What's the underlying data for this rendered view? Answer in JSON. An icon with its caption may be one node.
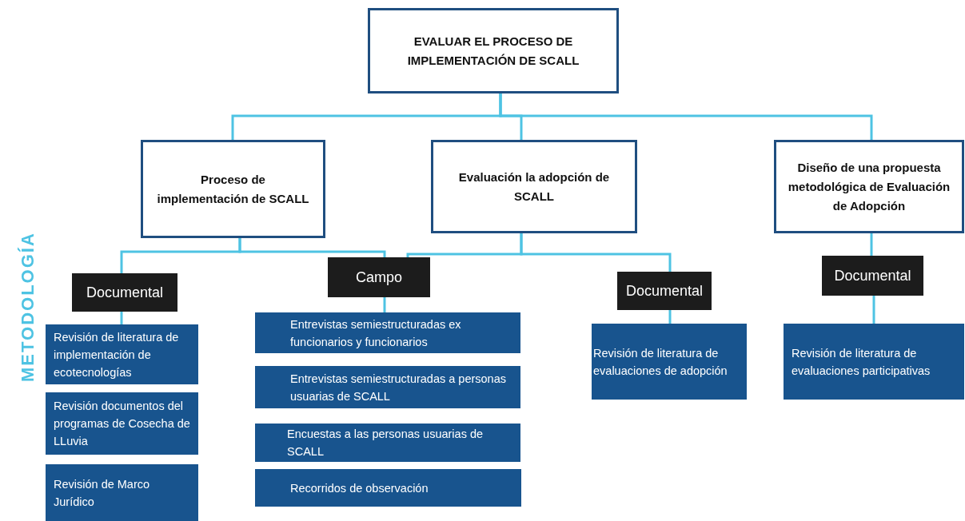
{
  "diagram": {
    "nodes": [
      {
        "text": [
          "EVALUAR EL PROCESO DE IMPLEMENTACIÓN DE SCALL"
        ]
      },
      {
        "text": [
          "Proceso de implementación de SCALL"
        ]
      },
      {
        "text": [
          "Evaluación la adopción de SCALL"
        ]
      },
      {
        "text": [
          "Diseño de una propuesta metodológica de Evaluación de Adopción"
        ]
      },
      {
        "text": [
          "Documental"
        ]
      },
      {
        "text": [
          "Campo"
        ]
      },
      {
        "text": [
          "Documental"
        ]
      },
      {
        "text": [
          "Documental"
        ]
      },
      {
        "text": [
          "Revisión de literatura de implementación de ecotecnologías"
        ]
      },
      {
        "text": [
          "Revisión documentos del programas de Cosecha de LLuvia"
        ]
      },
      {
        "text": [
          "Revisión de Marco Jurídico"
        ]
      },
      {
        "text": [
          "Entrevistas semiestructuradas ex funcionarios y funcionarios"
        ]
      },
      {
        "text": [
          "Entrevistas semiestructuradas a personas usuarias de SCALL"
        ]
      },
      {
        "text": [
          "Encuestas a las personas usuarias de SCALL"
        ]
      },
      {
        "text": [
          "Recorridos de observación"
        ]
      },
      {
        "text": [
          "Revisión de literatura de evaluaciones de adopción"
        ]
      },
      {
        "text": [
          "Revisión de literatura de evaluaciones participativas"
        ]
      }
    ],
    "edges": [
      {
        "from": 0,
        "to": 1,
        "arrow": "none"
      },
      {
        "from": 0,
        "to": 2,
        "arrow": "none"
      },
      {
        "from": 0,
        "to": 3,
        "arrow": "none"
      },
      {
        "from": 1,
        "to": 4,
        "arrow": "none"
      },
      {
        "from": 1,
        "to": 5,
        "arrow": "none"
      },
      {
        "from": 2,
        "to": 5,
        "arrow": "none"
      },
      {
        "from": 2,
        "to": 6,
        "arrow": "none"
      },
      {
        "from": 3,
        "to": 7,
        "arrow": "none"
      },
      {
        "from": 4,
        "to": 8,
        "arrow": "none"
      },
      {
        "from": 5,
        "to": 11,
        "arrow": "none"
      },
      {
        "from": 6,
        "to": 15,
        "arrow": "none"
      },
      {
        "from": 7,
        "to": 16,
        "arrow": "none"
      }
    ],
    "labels": [
      "METODOLOGÍA"
    ]
  }
}
